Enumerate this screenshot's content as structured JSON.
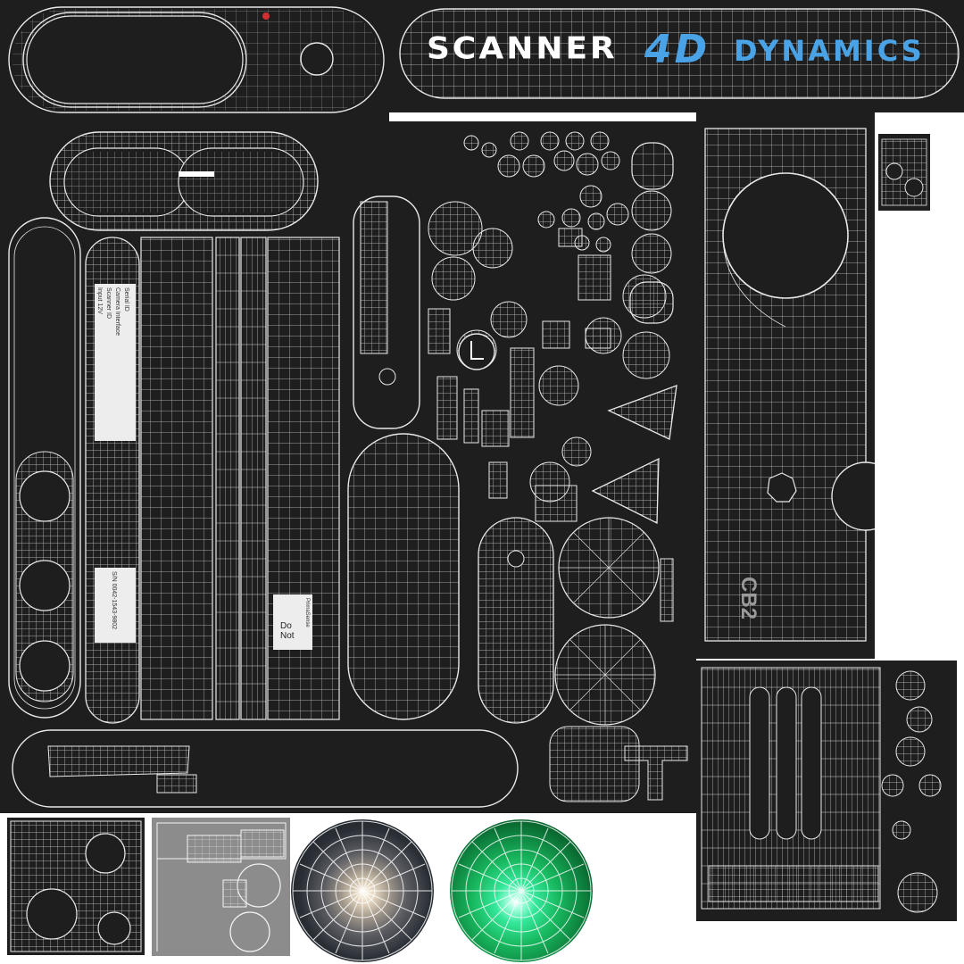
{
  "banner": {
    "word1": "SCANNER",
    "word2_prefix": "4D",
    "word2": "DYNAMICS",
    "accent_color": "#4aa3e6"
  },
  "panels": {
    "cb2_label": "CB2"
  },
  "stickers": {
    "do_not_line1": "Do",
    "do_not_line2": "Not",
    "sticker_brand": "PrimaSense",
    "label_a_lines": [
      "Serial ID",
      "Camera Interface",
      "Scanner ID",
      "Input 12V"
    ],
    "label_b_text": "S/N 0042-1543-9802"
  },
  "icons": [
    "oval-bracket-icon",
    "ring-icon",
    "triangle-icon",
    "lens-disc-icon"
  ]
}
